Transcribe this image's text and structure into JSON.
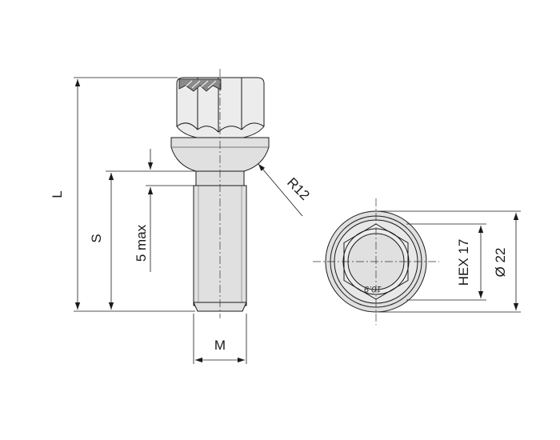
{
  "labels": {
    "length": "L",
    "thread_length": "S",
    "max_gap": "5 max",
    "radius": "R12",
    "thread": "M",
    "hex": "HEX 17",
    "diameter": "Ø 22",
    "grade_mark": "10.9"
  }
}
